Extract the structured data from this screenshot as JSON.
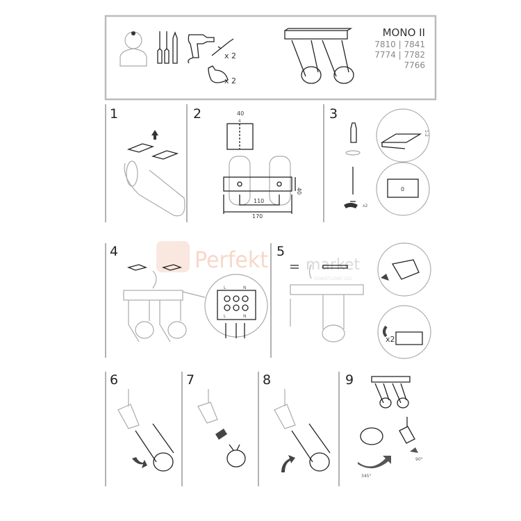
{
  "header": {
    "product_name": "MONO II",
    "codes": [
      "7810 | 7841",
      "7774 | 7782",
      "7766"
    ],
    "anchor_qty": "x 2",
    "bulb_qty": "x 2"
  },
  "watermark": {
    "brand": "Perfekt",
    "brand2": "market",
    "tagline": "OŚWIETLENIE LED"
  },
  "steps": [
    {
      "number": "1"
    },
    {
      "number": "2",
      "dims": {
        "bracket_width": "40",
        "slot": "4",
        "hole_spacing": "110",
        "length": "170",
        "height": "40"
      }
    },
    {
      "number": "3",
      "gap": "1-2",
      "screw_qty": "x2",
      "bracket_mark": "0"
    },
    {
      "number": "4",
      "terminal_top": [
        "L",
        "N"
      ],
      "terminal_bottom": [
        "L",
        "N"
      ]
    },
    {
      "number": "5",
      "clip_qty": "x2"
    },
    {
      "number": "6"
    },
    {
      "number": "7"
    },
    {
      "number": "8"
    },
    {
      "number": "9",
      "rotation": "345°",
      "tilt": "90°"
    }
  ],
  "colors": {
    "line": "#222222",
    "frame": "#bbbbbb",
    "arrow": "#444444",
    "watermark": "#f2b8a0"
  }
}
